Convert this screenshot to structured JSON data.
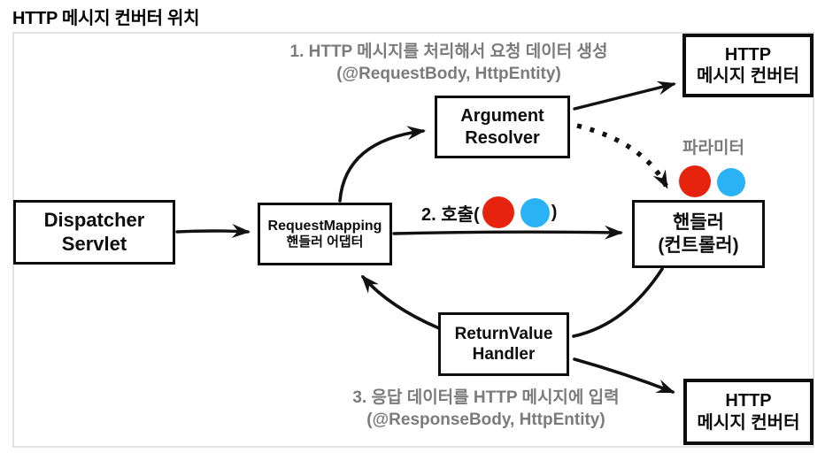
{
  "title": "HTTP 메시지 컨버터 위치",
  "colors": {
    "red": "#e8230d",
    "blue": "#29b2f6",
    "graytext": "#7b7b7b",
    "line": "#111111",
    "frame": "#e2e2e2"
  },
  "nodes": {
    "dispatcher": {
      "line1": "Dispatcher",
      "line2": "Servlet"
    },
    "adapter": {
      "line1": "RequestMapping",
      "line2": "핸들러 어댑터"
    },
    "argument_resolver": {
      "line1": "Argument",
      "line2": "Resolver"
    },
    "http_converter_top": {
      "line1": "HTTP",
      "line2": "메시지 컨버터"
    },
    "handler": {
      "line1": "핸들러",
      "line2": "(컨트롤러)"
    },
    "return_value_handler": {
      "line1": "ReturnValue",
      "line2": "Handler"
    },
    "http_converter_bottom": {
      "line1": "HTTP",
      "line2": "메시지 컨버터"
    }
  },
  "annotations": {
    "step1_line1": "1. HTTP 메시지를 처리해서 요청 데이터 생성",
    "step1_line2": "(@RequestBody, HttpEntity)",
    "step2_prefix": "2. 호출(",
    "step2_suffix": ")",
    "parameter_label": "파라미터",
    "step3_line1": "3. 응답 데이터를 HTTP 메시지에 입력",
    "step3_line2": "(@ResponseBody, HttpEntity)"
  }
}
